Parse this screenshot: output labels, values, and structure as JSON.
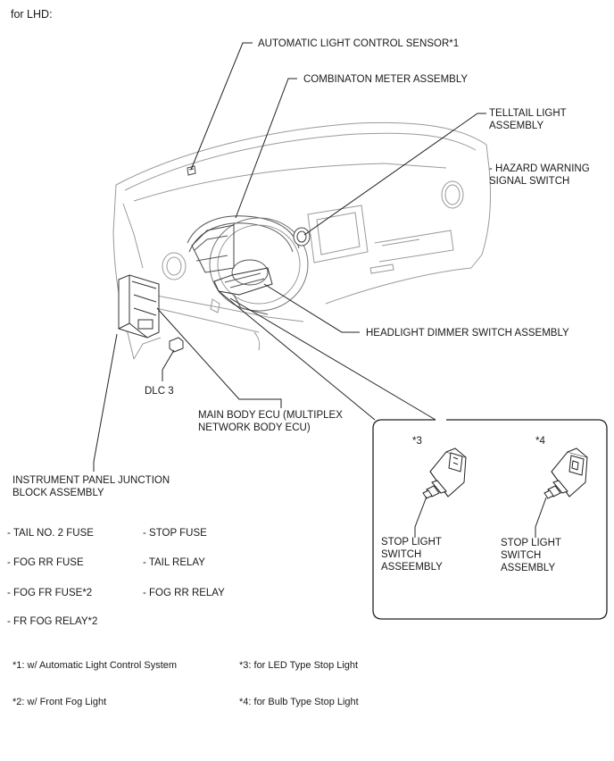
{
  "title": "for LHD:",
  "labels": {
    "als_sensor": "AUTOMATIC LIGHT CONTROL SENSOR*1",
    "combination_meter": "COMBINATON METER ASSEMBLY",
    "telltail_light": "TELLTAIL LIGHT\nASSEMBLY",
    "hazard_switch": "- HAZARD WARNING\nSIGNAL SWITCH",
    "headlight_dimmer": "HEADLIGHT DIMMER SWITCH ASSEMBLY",
    "dlc3": "DLC 3",
    "main_body_ecu": "MAIN BODY ECU (MULTIPLEX\nNETWORK BODY ECU)",
    "ip_junction_block": "INSTRUMENT PANEL JUNCTION\nBLOCK ASSEMBLY"
  },
  "junction_block_items": {
    "left": [
      "- TAIL NO. 2 FUSE",
      "- FOG RR FUSE",
      "- FOG FR FUSE*2",
      "- FR FOG RELAY*2"
    ],
    "right": [
      "- STOP FUSE",
      "- TAIL RELAY",
      "- FOG RR RELAY"
    ]
  },
  "inset": {
    "left_marker": "*3",
    "right_marker": "*4",
    "left_label": "STOP LIGHT\nSWITCH\nASSEEMBLY",
    "right_label": "STOP LIGHT\nSWITCH\nASSEMBLY"
  },
  "notes": {
    "n1": "*1: w/ Automatic Light Control System",
    "n2": "*2: w/ Front Fog Light",
    "n3": "*3: for LED Type Stop Light",
    "n4": "*4: for Bulb Type Stop Light"
  }
}
